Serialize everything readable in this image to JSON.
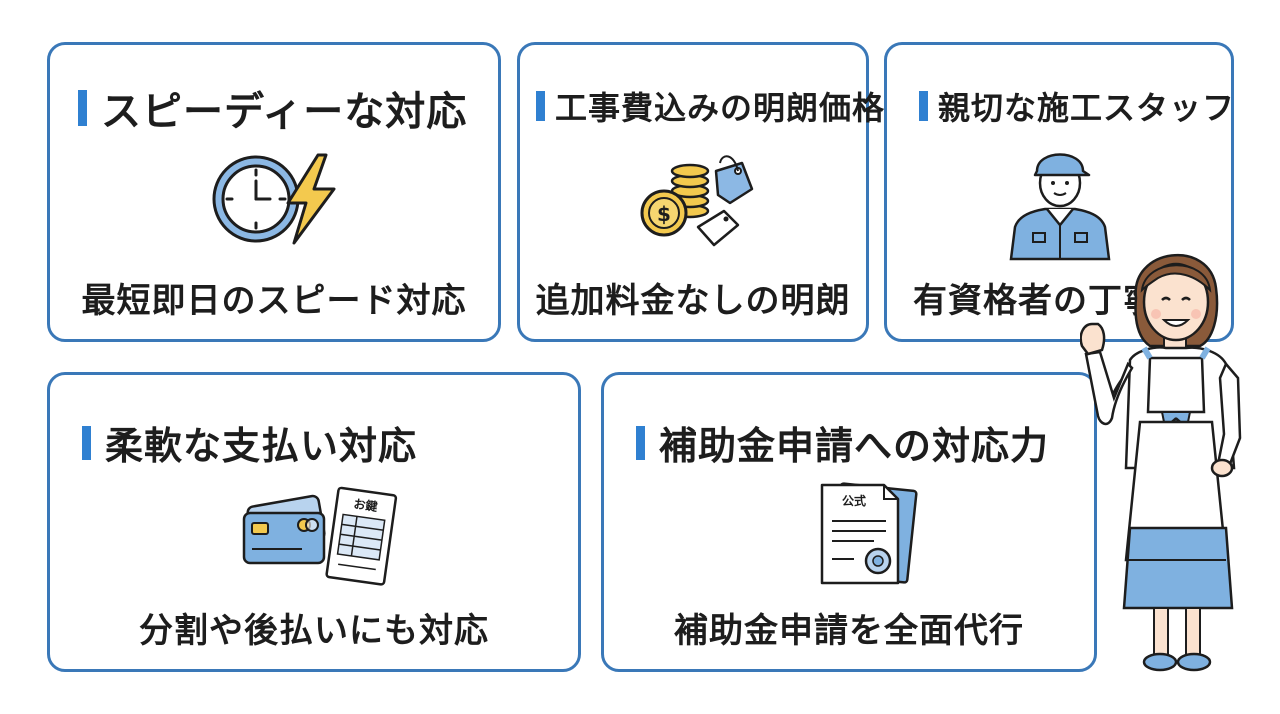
{
  "colors": {
    "border": "#3a78b8",
    "accent": "#2f80d1",
    "icon_blue": "#7fb1e0",
    "icon_yellow": "#f3c94e",
    "text": "#1d1d1d"
  },
  "cards": [
    {
      "title": "スピーディーな対応",
      "subtitle": "最短即日のスピード対応",
      "icon": "clock-lightning-icon"
    },
    {
      "title": "工事費込みの明朗価格",
      "subtitle": "追加料金なしの明朗",
      "icon": "coins-price-tag-icon"
    },
    {
      "title": "親切な施工スタッフ",
      "subtitle": "有資格者の丁寧",
      "icon": "staff-worker-icon"
    },
    {
      "title": "柔軟な支払い対応",
      "subtitle": "分割や後払いにも対応",
      "icon": "credit-card-invoice-icon",
      "icon_label": "お鍵"
    },
    {
      "title": "補助金申請への対応力",
      "subtitle": "補助金申請を全面代行",
      "icon": "official-document-icon",
      "icon_label": "公式"
    }
  ],
  "mascot": {
    "icon": "waving-woman-apron-icon"
  }
}
